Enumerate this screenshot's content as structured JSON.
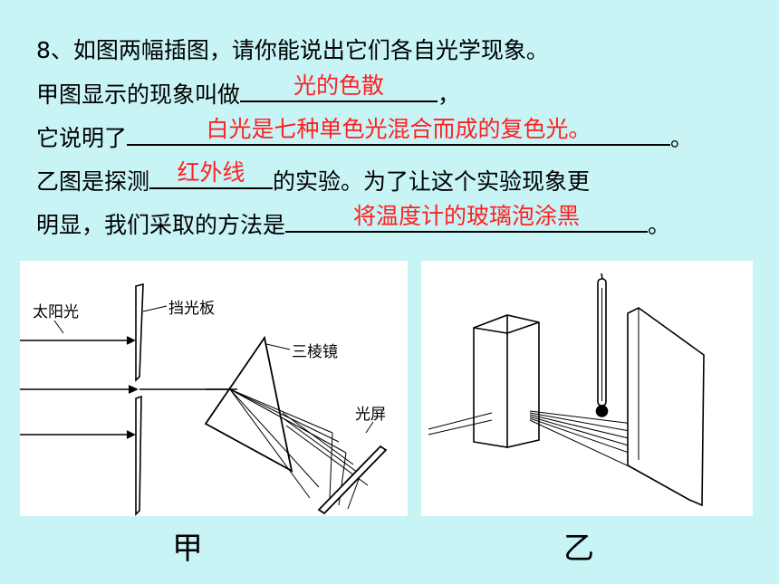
{
  "question": {
    "q1": "8、如图两幅插图，请你能说出它们各自光学现象。",
    "q2_prefix": "甲图显示的现象叫做",
    "q2_suffix": "，",
    "q3_prefix": "它说明了",
    "q3_suffix": "。",
    "q4_prefix": "乙图是探测",
    "q4_suffix": "的实验。为了让这个实验现象更",
    "q5_prefix": "明显，我们采取的方法是",
    "q5_suffix": "。"
  },
  "answers": {
    "a1": "光的色散",
    "a2": "白光是七种单色光混合而成的复色光。",
    "a3": "红外线",
    "a4": "将温度计的玻璃泡涂黑"
  },
  "figure_jia": {
    "label_sunlight": "太阳光",
    "label_baffle": "挡光板",
    "label_prism": "三棱镜",
    "label_screen": "光屏",
    "caption": "甲"
  },
  "figure_yi": {
    "caption": "乙"
  },
  "colors": {
    "background": "#c8f4f6",
    "answer": "#ff2020"
  }
}
